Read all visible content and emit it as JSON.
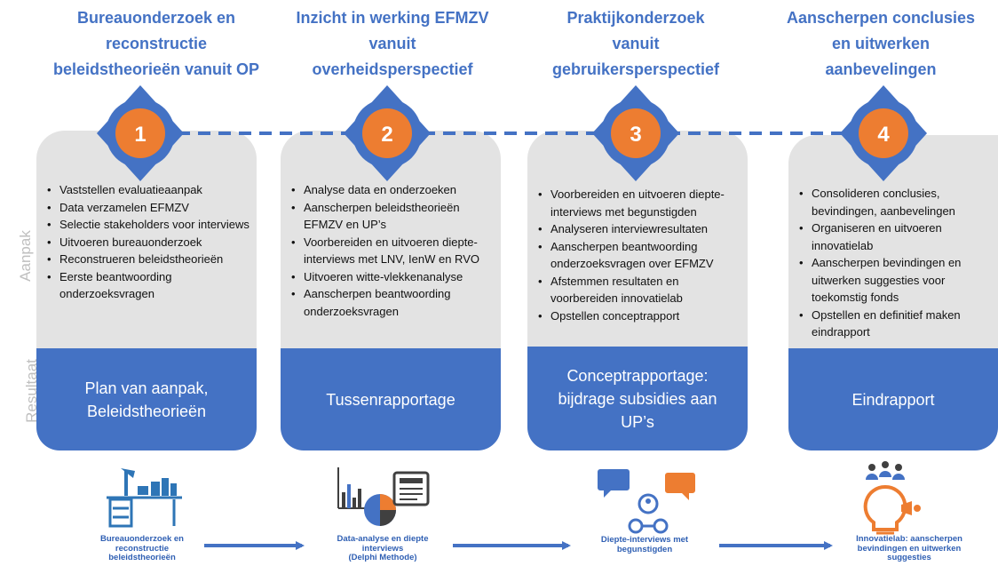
{
  "side_labels": {
    "aanpak": "Aanpak",
    "resultaat": "Resultaat"
  },
  "colors": {
    "blue": "#4472c4",
    "orange": "#ed7d31",
    "grey": "#e3e3e3",
    "side_label": "#bfbfbf"
  },
  "phases": [
    {
      "title_lines": [
        "Bureauonderzoek en",
        "reconstructie",
        "beleidstheorieën vanuit OP"
      ],
      "number": "1",
      "bullets": [
        "Vaststellen evaluatieaanpak",
        "Data verzamelen EFMZV",
        "Selectie stakeholders voor interviews",
        "Uitvoeren bureauonderzoek",
        "Reconstrueren beleidstheorieën",
        "Eerste beantwoording onderzoeksvragen"
      ],
      "result_lines": [
        "Plan van aanpak,",
        "Beleidstheorieën"
      ],
      "icon": "desk-icon",
      "caption_lines": [
        "Bureauonderzoek en",
        "reconstructie",
        "beleidstheorieën"
      ]
    },
    {
      "title_lines": [
        "Inzicht in werking EFMZV",
        "vanuit",
        "overheidsperspectief"
      ],
      "number": "2",
      "bullets": [
        "Analyse data en onderzoeken",
        "Aanscherpen beleidstheorieën EFMZV en UP’s",
        "Voorbereiden en uitvoeren diepte-interviews met LNV, IenW en RVO",
        "Uitvoeren witte-vlekkenanalyse",
        "Aanscherpen beantwoording onderzoeksvragen"
      ],
      "result_lines": [
        "Tussenrapportage"
      ],
      "icon": "chart-analysis-icon",
      "caption_lines": [
        "Data-analyse en diepte",
        "interviews",
        "(Delphi Methode)"
      ]
    },
    {
      "title_lines": [
        "Praktijkonderzoek",
        "vanuit",
        "gebruikersperspectief"
      ],
      "number": "3",
      "bullets": [
        "Voorbereiden en uitvoeren diepte-interviews met begunstigden",
        "Analyseren interviewresultaten",
        "Aanscherpen beantwoording onderzoeksvragen over EFMZV",
        "Afstemmen resultaten en voorbereiden innovatielab",
        "Opstellen conceptrapport"
      ],
      "result_lines": [
        "Conceptrapportage:",
        "bijdrage subsidies aan",
        "UP’s"
      ],
      "icon": "interview-icon",
      "caption_lines": [
        "Diepte-interviews met",
        "begunstigden"
      ]
    },
    {
      "title_lines": [
        "Aanscherpen conclusies",
        "en uitwerken",
        "aanbevelingen"
      ],
      "number": "4",
      "bullets": [
        "Consolideren conclusies, bevindingen, aanbevelingen",
        "Organiseren en uitvoeren innovatielab",
        "Aanscherpen bevindingen en uitwerken suggesties voor toekomstig fonds",
        "Opstellen en definitief maken eindrapport"
      ],
      "result_lines": [
        "Eindrapport"
      ],
      "icon": "innovation-lightbulb-icon",
      "caption_lines": [
        "Innovatielab: aanscherpen",
        "bevindingen en uitwerken",
        "suggesties"
      ]
    }
  ]
}
